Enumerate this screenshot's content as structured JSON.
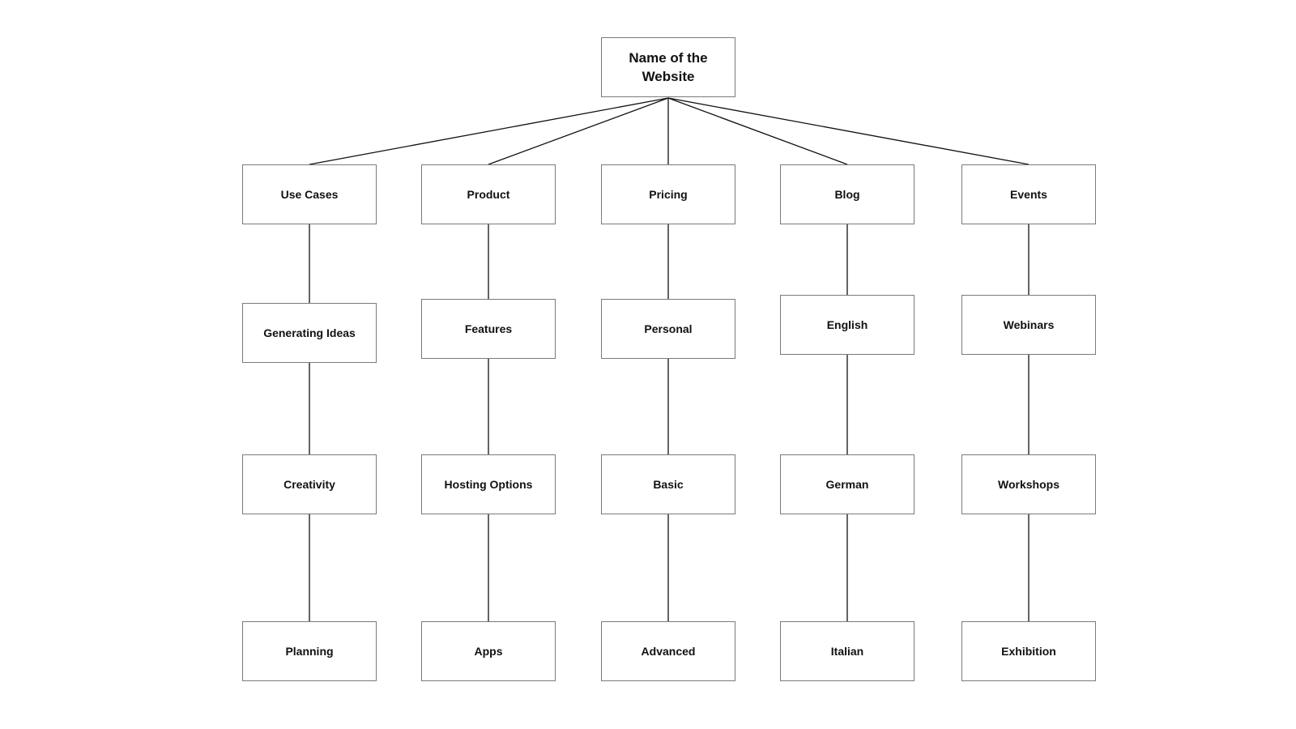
{
  "root": {
    "label": "Name of the Website"
  },
  "columns": [
    {
      "header": "Use Cases",
      "items": [
        "Generating Ideas",
        "Creativity",
        "Planning"
      ]
    },
    {
      "header": "Product",
      "items": [
        "Features",
        "Hosting Options",
        "Apps"
      ]
    },
    {
      "header": "Pricing",
      "items": [
        "Personal",
        "Basic",
        "Advanced"
      ]
    },
    {
      "header": "Blog",
      "items": [
        "English",
        "German",
        "Italian"
      ]
    },
    {
      "header": "Events",
      "items": [
        "Webinars",
        "Workshops",
        "Exhibition"
      ]
    }
  ],
  "colors": {
    "line": "#111111",
    "border": "#7a7a7a",
    "text": "#111111",
    "background": "#ffffff"
  }
}
